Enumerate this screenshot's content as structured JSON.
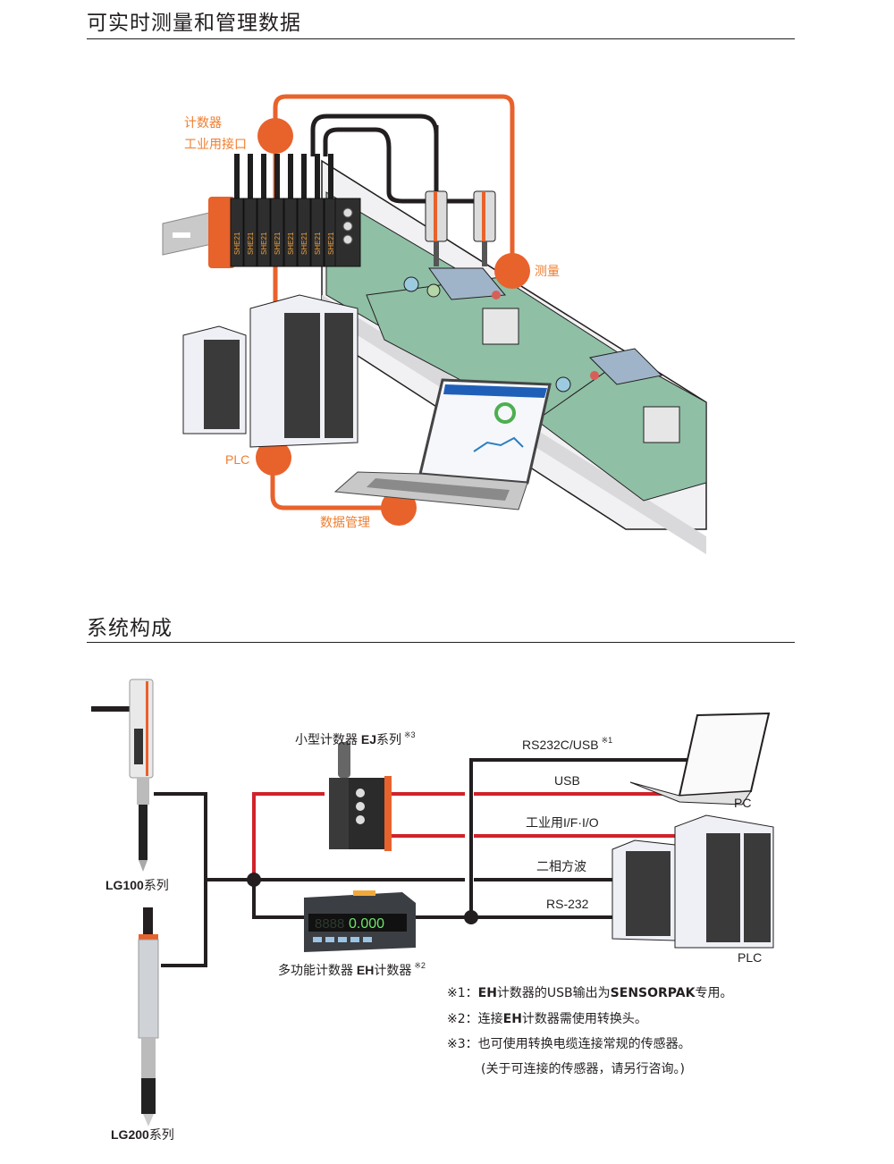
{
  "section1": {
    "title": "可实时测量和管理数据",
    "labels": {
      "counter": "计数器",
      "industrial_interface": "工业用接口",
      "measurement": "测量",
      "plc": "PLC",
      "data_management": "数据管理"
    },
    "counter_display": "SHE21",
    "flow_color": "#e8622c"
  },
  "section2": {
    "title": "系统构成",
    "devices": {
      "lg100": {
        "name_bold": "LG100",
        "name_suffix": "系列"
      },
      "lg200": {
        "name_bold": "LG200",
        "name_suffix": "系列"
      },
      "ej_counter": {
        "prefix": "小型计数器 ",
        "bold": "EJ",
        "suffix": "系列",
        "note_mark": "※3"
      },
      "eh_counter": {
        "prefix": "多功能计数器 ",
        "bold": "EH",
        "suffix": "计数器",
        "note_mark": "※2",
        "display_value": "0.000",
        "display_dim": "8888"
      },
      "pc": "PC",
      "plc": "PLC"
    },
    "connections": [
      {
        "label": "RS232C/USB",
        "note_mark": "※1",
        "color": "#231f20"
      },
      {
        "label": "USB",
        "color": "#d1222a"
      },
      {
        "label": "工业用I/F·I/O",
        "color": "#d1222a"
      },
      {
        "label": "二相方波",
        "color": "#231f20"
      },
      {
        "label": "RS-232",
        "color": "#231f20"
      }
    ],
    "notes": [
      {
        "mark": "※1：",
        "parts": [
          {
            "b": "EH"
          },
          {
            "t": "计数器的USB输出为"
          },
          {
            "b": "SENSORPAK"
          },
          {
            "t": "专用。"
          }
        ]
      },
      {
        "mark": "※2：",
        "parts": [
          {
            "t": "连接"
          },
          {
            "b": "EH"
          },
          {
            "t": "计数器需使用转换头。"
          }
        ]
      },
      {
        "mark": "※3：",
        "parts": [
          {
            "t": "也可使用转换电缆连接常规的传感器。"
          }
        ]
      },
      {
        "mark": "",
        "parts": [
          {
            "t": "(关于可连接的传感器，请另行咨询。)"
          }
        ]
      }
    ]
  }
}
